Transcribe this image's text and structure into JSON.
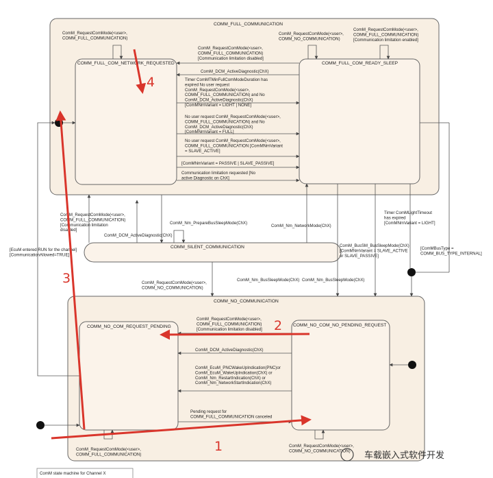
{
  "states": {
    "full": "COMM_FULL_COMMUNICATION",
    "full_req": "COMM_FULL_COM_NETWORK_REQUESTED",
    "full_ready": "COMM_FULL_COM_READY_SLEEP",
    "silent": "COMM_SILENT_COMMUNICATION",
    "no": "COMM_NO_COMMUNICATION",
    "no_pending": "COMM_NO_COM_REQUEST_PENDING",
    "no_no_pending": "COMM_NO_COM_NO_PENDING_REQUEST"
  },
  "labels": {
    "top_left_loop": [
      "ComM_RequestComMode(<user>,",
      "COMM_FULL_COMMUNICATION)"
    ],
    "top_mid_loop": [
      "ComM_RequestComMode(<user>,",
      "COMM_NO_COMMUNICATION)"
    ],
    "top_right_loop": [
      "ComM_RequestComMode(<user>,",
      "COMM_FULL_COMMUNICATION)",
      "[Communication limitation enabled]"
    ],
    "ready_to_req": [
      "ComM_RequestComMode(<user>,",
      "COMM_FULL_COMMUNICATION)",
      "[Communication limitation disabled]"
    ],
    "dcm_active": "ComM_DCM_ActiveDiagnostic(ChX)",
    "timer_block": [
      "Timer ComMTMinFullComModeDuration has",
      "expired No user request",
      "ComM_RequestComMode(<user>,",
      "COMM_FULL_COMMUNICATION) and No",
      "ComM_DCM_ActiveDiagnostic(ChX)",
      "[ComMNmVariant = LIGHT | NONE]"
    ],
    "no_user_full": [
      "No user request ComM_RequestComMode(<user>,",
      "COMM_FULL_COMMUNICATION) and No",
      "ComM_DCM_ActiveDiagnostic(ChX)",
      "[ComMNmVariant = FULL]"
    ],
    "no_user_passive": [
      "No user request ComM_RequestComMode(<user>,",
      "COMM_FULL_COMMUNICATION [ComMNmVariant",
      "= SLAVE_ACTIVE]"
    ],
    "passive_guard": "[ComMNmVariant = PASSIVE | SLAVE_PASSIVE]",
    "limitation_req": [
      "Communication limitation requested [No",
      "active Diagnostic on ChX]"
    ],
    "silent_to_req": [
      "ComM_RequestComMode(<user>,",
      "COMM_FULL_COMMUNICATION)",
      "[Communication limitation",
      "disabled]"
    ],
    "silent_dcm": "ComM_DCM_ActiveDiagnostic(ChX)",
    "prepare_bus_sleep": "ComM_Nm_PrepareBusSleepMode(ChX)",
    "network_mode": "ComM_Nm_NetworkMode(ChX)",
    "timer_light": [
      "Timer ComMLightTimeout",
      "has expired",
      "[ComMNmVariant = LIGHT]"
    ],
    "ecum_run": [
      "[EcuM entered RUN for the channel]",
      "[CommunicationAllowed=TRUE]"
    ],
    "silent_loop": [
      "ComM_RequestComMode(<user>,",
      "COMM_NO_COMMUNICATION)"
    ],
    "nm_bus_sleep_1": "ComM_Nm_BusSleepMode(ChX)",
    "nm_bus_sleep_2": "ComM_Nm_BusSleepMode(ChX)",
    "bussm_sleep": [
      "ComM_BusSM_BusSleepMode(ChX)",
      "[ComMNmVariant = SLAVE_ACTIVE",
      "or SLAVE_PASSIVE]"
    ],
    "bus_type": [
      "[ComMBusType =",
      "COMM_BUS_TYPE_INTERNAL]"
    ],
    "no_req_full": [
      "ComM_RequestComMode(<user>,",
      "COMM_FULL_COMMUNICATION)",
      "[Communication limitation disabled]"
    ],
    "no_dcm": "ComM_DCM_ActiveDiagnostic(ChX)",
    "ecum_block": [
      "ComM_EcuM_PNCWakeUpIndication(PNC)or",
      "ComM_EcuM_WakeUpIndication(ChX) or",
      "ComM_Nm_RestartIndication(ChX) or",
      "ComM_Nm_NetworkStartIndication(ChX)"
    ],
    "pending_canceled": [
      "Pending request for",
      "COMM_FULL_COMMUNICATION canceled"
    ],
    "bottom_left_loop": [
      "ComM_RequestComMode(<user>,",
      "COMM_FULL_COMMUNICATION)"
    ],
    "bottom_right_loop": [
      "ComM_RequestComMode(<user>,",
      "COMM_NO_COMMUNICATION)"
    ]
  },
  "annotations": [
    "4",
    "3",
    "2",
    "1"
  ],
  "watermark": "车载嵌入式软件开发",
  "note": "ComM state machine for Channel X"
}
